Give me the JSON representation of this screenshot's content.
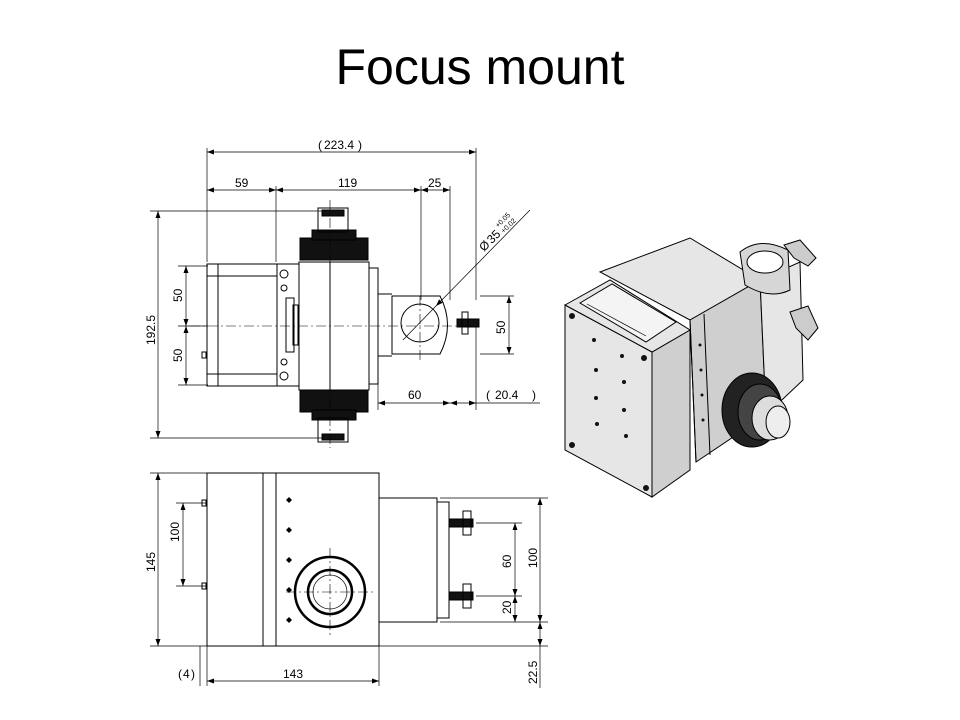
{
  "title": "Focus mount",
  "top_view": {
    "overall_width": "223.4",
    "seg_left": "59",
    "seg_mid": "119",
    "seg_right": "25",
    "height_total": "192.5",
    "upper_half": "50",
    "lower_half": "50",
    "clamp_height": "50",
    "clamp_offset": "60",
    "clamp_overhang": "20.4",
    "bore_diameter": "35",
    "bore_tol_plus": "+0.05",
    "bore_tol_minus": "+0.02"
  },
  "front_view": {
    "height_total": "145",
    "hole_spacing": "100",
    "width": "143",
    "left_offset": "4",
    "slot_spacing": "60",
    "slot_offset": "20",
    "clamp_height": "100",
    "bottom_offset": "22.5"
  }
}
